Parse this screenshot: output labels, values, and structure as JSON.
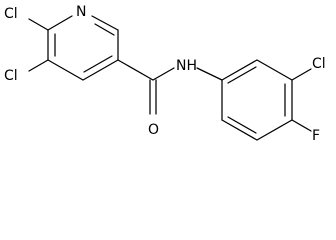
{
  "molecule": {
    "atoms": {
      "cl_top_left": "Cl",
      "n_ring": "N",
      "cl_bottom_left": "Cl",
      "nh": "NH",
      "o": "O",
      "cl_right": "Cl",
      "f": "F"
    }
  }
}
